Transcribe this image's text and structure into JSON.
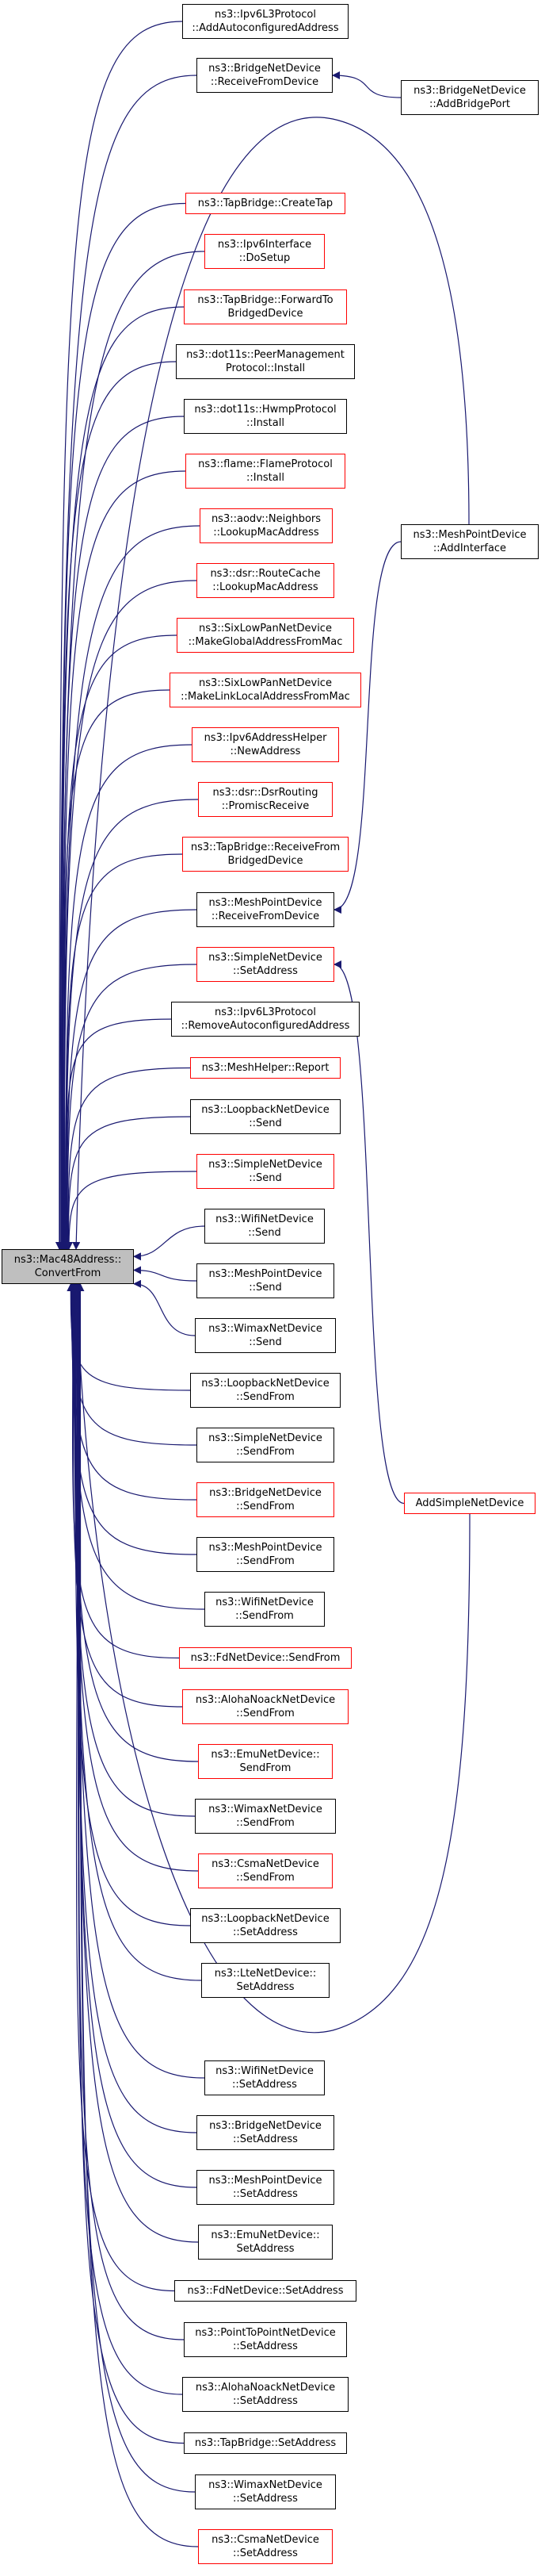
{
  "graph": {
    "colors": {
      "edge": "#191970",
      "normal_border": "#000000",
      "incomplete_border": "#ff0000",
      "root_fill": "#bfbfbf"
    },
    "root": {
      "id": "root",
      "lines": [
        "ns3::Mac48Address::",
        "ConvertFrom"
      ]
    },
    "nodes": [
      {
        "id": "n1",
        "lines": [
          "ns3::Ipv6L3Protocol",
          "::AddAutoconfiguredAddress"
        ],
        "red": false
      },
      {
        "id": "n2",
        "lines": [
          "ns3::BridgeNetDevice",
          "::ReceiveFromDevice"
        ],
        "red": false
      },
      {
        "id": "n3",
        "lines": [
          "ns3::TapBridge::CreateTap"
        ],
        "red": true
      },
      {
        "id": "n4",
        "lines": [
          "ns3::Ipv6Interface",
          "::DoSetup"
        ],
        "red": true
      },
      {
        "id": "n5",
        "lines": [
          "ns3::TapBridge::ForwardTo",
          "BridgedDevice"
        ],
        "red": true
      },
      {
        "id": "n6",
        "lines": [
          "ns3::dot11s::PeerManagement",
          "Protocol::Install"
        ],
        "red": false
      },
      {
        "id": "n7",
        "lines": [
          "ns3::dot11s::HwmpProtocol",
          "::Install"
        ],
        "red": false
      },
      {
        "id": "n8",
        "lines": [
          "ns3::flame::FlameProtocol",
          "::Install"
        ],
        "red": true
      },
      {
        "id": "n9",
        "lines": [
          "ns3::aodv::Neighbors",
          "::LookupMacAddress"
        ],
        "red": true
      },
      {
        "id": "n10",
        "lines": [
          "ns3::dsr::RouteCache",
          "::LookupMacAddress"
        ],
        "red": true
      },
      {
        "id": "n11",
        "lines": [
          "ns3::SixLowPanNetDevice",
          "::MakeGlobalAddressFromMac"
        ],
        "red": true
      },
      {
        "id": "n12",
        "lines": [
          "ns3::SixLowPanNetDevice",
          "::MakeLinkLocalAddressFromMac"
        ],
        "red": true
      },
      {
        "id": "n13",
        "lines": [
          "ns3::Ipv6AddressHelper",
          "::NewAddress"
        ],
        "red": true
      },
      {
        "id": "n14",
        "lines": [
          "ns3::dsr::DsrRouting",
          "::PromiscReceive"
        ],
        "red": true
      },
      {
        "id": "n15",
        "lines": [
          "ns3::TapBridge::ReceiveFrom",
          "BridgedDevice"
        ],
        "red": true
      },
      {
        "id": "n16",
        "lines": [
          "ns3::MeshPointDevice",
          "::ReceiveFromDevice"
        ],
        "red": false
      },
      {
        "id": "n17",
        "lines": [
          "ns3::SimpleNetDevice",
          "::SetAddress"
        ],
        "red": true
      },
      {
        "id": "n18",
        "lines": [
          "ns3::Ipv6L3Protocol",
          "::RemoveAutoconfiguredAddress"
        ],
        "red": false
      },
      {
        "id": "n19",
        "lines": [
          "ns3::MeshHelper::Report"
        ],
        "red": true
      },
      {
        "id": "n20",
        "lines": [
          "ns3::LoopbackNetDevice",
          "::Send"
        ],
        "red": false
      },
      {
        "id": "n21",
        "lines": [
          "ns3::SimpleNetDevice",
          "::Send"
        ],
        "red": true
      },
      {
        "id": "n22",
        "lines": [
          "ns3::WifiNetDevice",
          "::Send"
        ],
        "red": false
      },
      {
        "id": "n23",
        "lines": [
          "ns3::MeshPointDevice",
          "::Send"
        ],
        "red": false
      },
      {
        "id": "n24",
        "lines": [
          "ns3::WimaxNetDevice",
          "::Send"
        ],
        "red": false
      },
      {
        "id": "n25",
        "lines": [
          "ns3::LoopbackNetDevice",
          "::SendFrom"
        ],
        "red": false
      },
      {
        "id": "n26",
        "lines": [
          "ns3::SimpleNetDevice",
          "::SendFrom"
        ],
        "red": false
      },
      {
        "id": "n27",
        "lines": [
          "ns3::BridgeNetDevice",
          "::SendFrom"
        ],
        "red": true
      },
      {
        "id": "n28",
        "lines": [
          "ns3::MeshPointDevice",
          "::SendFrom"
        ],
        "red": false
      },
      {
        "id": "n29",
        "lines": [
          "ns3::WifiNetDevice",
          "::SendFrom"
        ],
        "red": false
      },
      {
        "id": "n30",
        "lines": [
          "ns3::FdNetDevice::SendFrom"
        ],
        "red": true
      },
      {
        "id": "n31",
        "lines": [
          "ns3::AlohaNoackNetDevice",
          "::SendFrom"
        ],
        "red": true
      },
      {
        "id": "n32",
        "lines": [
          "ns3::EmuNetDevice::",
          "SendFrom"
        ],
        "red": true
      },
      {
        "id": "n33",
        "lines": [
          "ns3::WimaxNetDevice",
          "::SendFrom"
        ],
        "red": false
      },
      {
        "id": "n34",
        "lines": [
          "ns3::CsmaNetDevice",
          "::SendFrom"
        ],
        "red": true
      },
      {
        "id": "n35",
        "lines": [
          "ns3::LoopbackNetDevice",
          "::SetAddress"
        ],
        "red": false
      },
      {
        "id": "n36",
        "lines": [
          "ns3::LteNetDevice::",
          "SetAddress"
        ],
        "red": false
      },
      {
        "id": "n37",
        "lines": [
          "ns3::WifiNetDevice",
          "::SetAddress"
        ],
        "red": false
      },
      {
        "id": "n38",
        "lines": [
          "ns3::BridgeNetDevice",
          "::SetAddress"
        ],
        "red": false
      },
      {
        "id": "n39",
        "lines": [
          "ns3::MeshPointDevice",
          "::SetAddress"
        ],
        "red": false
      },
      {
        "id": "n40",
        "lines": [
          "ns3::EmuNetDevice::",
          "SetAddress"
        ],
        "red": false
      },
      {
        "id": "n41",
        "lines": [
          "ns3::FdNetDevice::SetAddress"
        ],
        "red": false
      },
      {
        "id": "n42",
        "lines": [
          "ns3::PointToPointNetDevice",
          "::SetAddress"
        ],
        "red": false
      },
      {
        "id": "n43",
        "lines": [
          "ns3::AlohaNoackNetDevice",
          "::SetAddress"
        ],
        "red": false
      },
      {
        "id": "n44",
        "lines": [
          "ns3::TapBridge::SetAddress"
        ],
        "red": false
      },
      {
        "id": "n45",
        "lines": [
          "ns3::WimaxNetDevice",
          "::SetAddress"
        ],
        "red": false
      },
      {
        "id": "n46",
        "lines": [
          "ns3::CsmaNetDevice",
          "::SetAddress"
        ],
        "red": true
      },
      {
        "id": "r1",
        "lines": [
          "ns3::BridgeNetDevice",
          "::AddBridgePort"
        ],
        "red": false
      },
      {
        "id": "r2",
        "lines": [
          "ns3::MeshPointDevice",
          "::AddInterface"
        ],
        "red": false
      },
      {
        "id": "r3",
        "lines": [
          "AddSimpleNetDevice"
        ],
        "red": true
      }
    ],
    "edges": [
      {
        "from": "r1",
        "to": "n2"
      },
      {
        "from": "r2",
        "to": "n16"
      },
      {
        "from": "r3",
        "to": "n17"
      }
    ]
  }
}
